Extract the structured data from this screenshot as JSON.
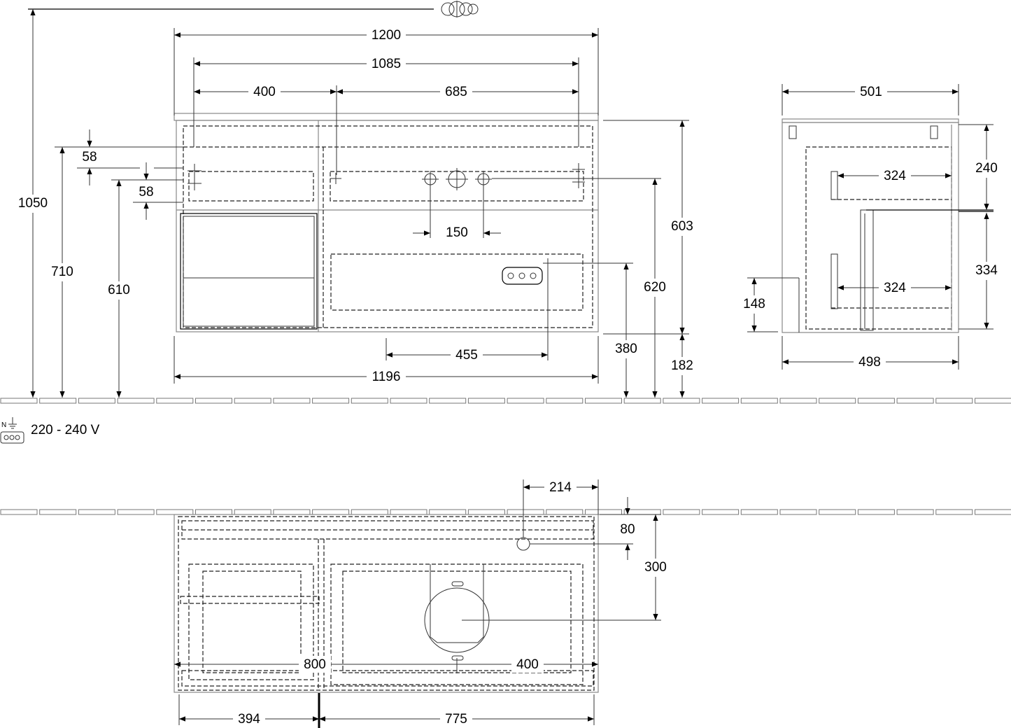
{
  "dimensions": {
    "total_height": "1050",
    "width_top": "1200",
    "width_inner": "1085",
    "width_left": "400",
    "width_right": "685",
    "drawer_gap_1": "58",
    "drawer_gap_2": "58",
    "height_710": "710",
    "height_610": "610",
    "tap_spacing": "150",
    "socket_offset": "455",
    "width_bottom": "1196",
    "height_603": "603",
    "height_620": "620",
    "height_380": "380",
    "height_182": "182",
    "side_depth_top": "501",
    "side_240": "240",
    "side_324_upper": "324",
    "side_334": "334",
    "side_324_lower": "324",
    "side_148": "148",
    "side_depth_bottom": "498",
    "plan_214": "214",
    "plan_80": "80",
    "plan_300": "300",
    "plan_800": "800",
    "plan_400": "400",
    "plan_394": "394",
    "plan_775": "775"
  },
  "power": {
    "voltage": "220 - 240 V",
    "icon": "power-socket-icon"
  },
  "icons": {
    "projection_symbol": "third-angle-projection-icon",
    "socket": "socket-icon"
  }
}
